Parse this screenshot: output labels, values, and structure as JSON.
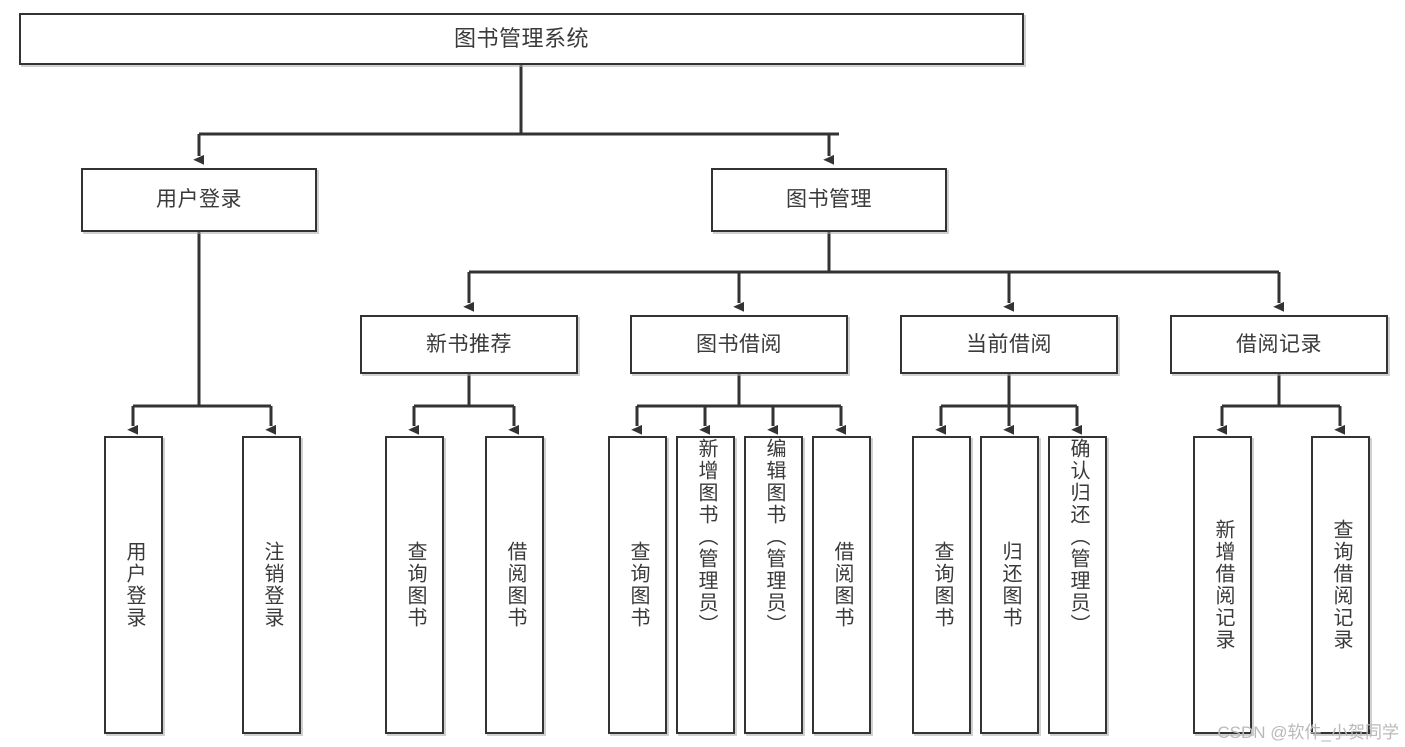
{
  "diagram": {
    "type": "tree",
    "title": "图书管理系统",
    "watermark": "CSDN @软件_小贺同学",
    "style": {
      "border_color": "#333333",
      "fill_color": "#ffffff",
      "text_color": "#3a3a3a",
      "shadow_color": "#aaaaaa",
      "background": "#ffffff",
      "watermark_color": "#b9b9b9"
    },
    "nodes": {
      "root": {
        "label": "图书管理系统",
        "level": 0,
        "orientation": "horizontal"
      },
      "l1": [
        {
          "id": "user-login",
          "label": "用户登录",
          "orientation": "horizontal"
        },
        {
          "id": "book-manage",
          "label": "图书管理",
          "orientation": "horizontal"
        }
      ],
      "l2": [
        {
          "id": "new-book-rec",
          "label": "新书推荐",
          "orientation": "horizontal",
          "parent": "book-manage"
        },
        {
          "id": "book-borrow",
          "label": "图书借阅",
          "orientation": "horizontal",
          "parent": "book-manage"
        },
        {
          "id": "current-borrow",
          "label": "当前借阅",
          "orientation": "horizontal",
          "parent": "book-manage"
        },
        {
          "id": "borrow-record",
          "label": "借阅记录",
          "orientation": "horizontal",
          "parent": "book-manage"
        }
      ],
      "leaves": [
        {
          "id": "leaf-user-login",
          "label": "用户登录",
          "parent": "user-login"
        },
        {
          "id": "leaf-logout-login",
          "label": "注销登录",
          "parent": "user-login"
        },
        {
          "id": "leaf-query-book-1",
          "label": "查询图书",
          "parent": "new-book-rec"
        },
        {
          "id": "leaf-borrow-book-1",
          "label": "借阅图书",
          "parent": "new-book-rec"
        },
        {
          "id": "leaf-query-book-2",
          "label": "查询图书",
          "parent": "book-borrow"
        },
        {
          "id": "leaf-add-book-admin",
          "label": "新增图书（管理员）",
          "parent": "book-borrow"
        },
        {
          "id": "leaf-edit-book-admin",
          "label": "编辑图书（管理员）",
          "parent": "book-borrow"
        },
        {
          "id": "leaf-borrow-book-2",
          "label": "借阅图书",
          "parent": "book-borrow"
        },
        {
          "id": "leaf-query-book-3",
          "label": "查询图书",
          "parent": "current-borrow"
        },
        {
          "id": "leaf-return-book",
          "label": "归还图书",
          "parent": "current-borrow"
        },
        {
          "id": "leaf-confirm-return",
          "label": "确认归还（管理员）",
          "parent": "current-borrow"
        },
        {
          "id": "leaf-add-record",
          "label": "新增借阅记录",
          "parent": "borrow-record"
        },
        {
          "id": "leaf-query-record",
          "label": "查询借阅记录",
          "parent": "borrow-record"
        }
      ]
    }
  }
}
